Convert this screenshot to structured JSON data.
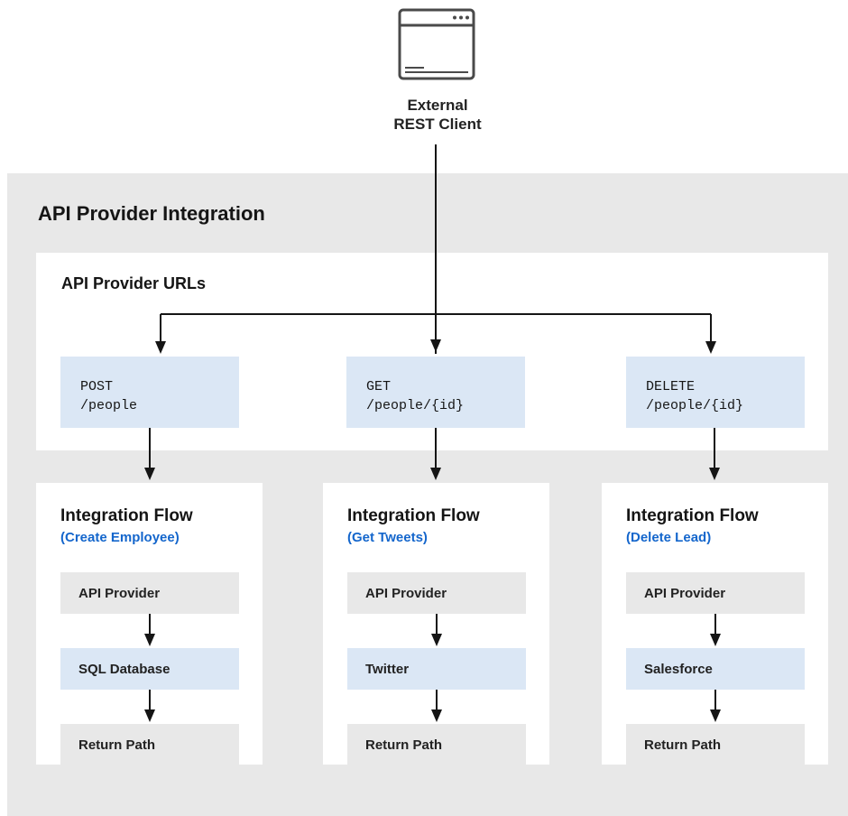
{
  "client": {
    "line1": "External",
    "line2": "REST Client",
    "icon": "browser-window-icon"
  },
  "integration": {
    "title": "API Provider Integration"
  },
  "urls": {
    "title": "API Provider URLs",
    "items": [
      {
        "method": "POST",
        "path": "/people"
      },
      {
        "method": "GET",
        "path": "/people/{id}"
      },
      {
        "method": "DELETE",
        "path": "/people/{id}"
      }
    ]
  },
  "flows": [
    {
      "title": "Integration Flow",
      "subtitle": "(Create Employee)",
      "steps": [
        "API Provider",
        "SQL Database",
        "Return Path"
      ]
    },
    {
      "title": "Integration Flow",
      "subtitle": "(Get Tweets)",
      "steps": [
        "API Provider",
        "Twitter",
        "Return Path"
      ]
    },
    {
      "title": "Integration Flow",
      "subtitle": "(Delete Lead)",
      "steps": [
        "API Provider",
        "Salesforce",
        "Return Path"
      ]
    }
  ],
  "colors": {
    "blue_box": "#dbe7f5",
    "gray_box": "#e8e8e8",
    "accent": "#1466cc",
    "background": "#e8e8e8"
  }
}
